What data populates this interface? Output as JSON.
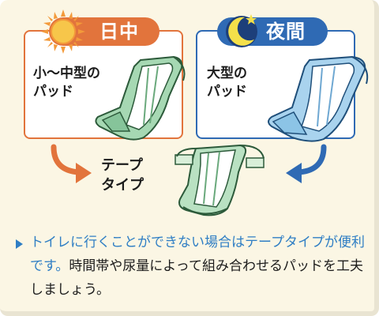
{
  "day": {
    "tab_label": "日中",
    "pad_label": "小～中型の\nパッド",
    "accent": "#e2743c"
  },
  "night": {
    "tab_label": "夜間",
    "pad_label": "大型の\nパッド",
    "accent": "#2f6ab4"
  },
  "center": {
    "label": "テープ\nタイプ"
  },
  "note": {
    "highlight": "トイレに行くことができない場合はテープタイプが便利です。",
    "rest": "時間帯や尿量によって組み合わせるパッドを工夫しましょう。"
  },
  "icons": [
    "sun-icon",
    "moon-icon",
    "arrow-right-icon",
    "arrow-left-icon",
    "bullet-triangle-icon"
  ],
  "colors": {
    "background": "#fbf6e4",
    "pad_small": "#a6d8b3",
    "pad_large": "#a9d3ee",
    "diaper": "#b9e1c2",
    "note_blue": "#2f7ec4"
  }
}
